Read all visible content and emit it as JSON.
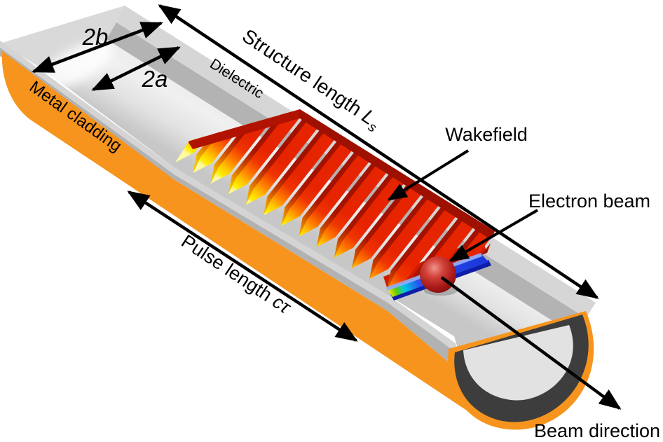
{
  "figure": {
    "description": "Schematic of a dielectric wakefield accelerator: metal-clad dielectric half-pipe structure with wakefield ridges excited behind an electron beam"
  },
  "labels": {
    "two_b": {
      "pre": "2",
      "var": "b"
    },
    "two_a": {
      "pre": "2",
      "var": "a"
    },
    "structure_length": {
      "text": "Structure length ",
      "var": "L",
      "sub": "s"
    },
    "dielectric": "Dielectric",
    "metal_cladding": "Metal cladding",
    "pulse_length": {
      "text": "Pulse length ",
      "var": "c",
      "tau": "τ"
    },
    "wakefield": "Wakefield",
    "electron_beam": "Electron beam",
    "beam_direction": "Beam direction"
  },
  "colors": {
    "metal_cladding": "#F7941E",
    "dielectric_band": "#B3B3B3",
    "interior_light": "#E9E9E9",
    "end_face_dark": "#3D3D3D",
    "wake_red": "#E62400",
    "wake_dark_red": "#A81200",
    "wake_yellow": "#FFEE00",
    "wake_blue": "#1A35D8",
    "electron_sphere": "#A51818",
    "arrow": "#000000",
    "background": "#FFFFFF"
  }
}
